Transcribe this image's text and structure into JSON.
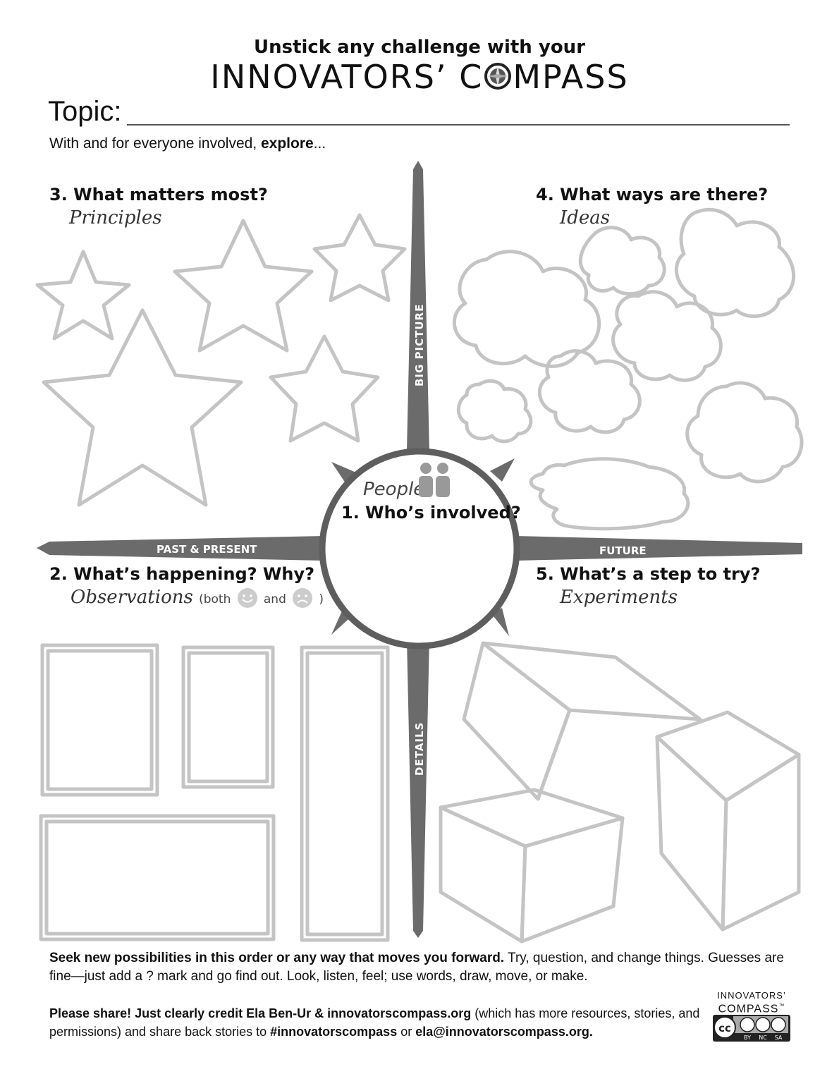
{
  "header": {
    "pre_title": "Unstick any challenge with your",
    "title_part1": "INNOVATORS’ C",
    "title_part2": "MPASS",
    "logo_icon": "compass-icon"
  },
  "topic": {
    "label": "Topic:",
    "value": ""
  },
  "subhead": {
    "text_before": "With and for everyone involved, ",
    "emphasis": "explore",
    "text_after": "..."
  },
  "compass": {
    "axis_top": "BIG PICTURE",
    "axis_bottom": "DETAILS",
    "axis_left": "PAST & PRESENT",
    "axis_right": "FUTURE",
    "center_sub": "People",
    "center_title": "1. Who’s involved?"
  },
  "sections": {
    "q3": {
      "title": "3. What matters most?",
      "sub": "Principles"
    },
    "q4": {
      "title": "4. What ways are there?",
      "sub": "Ideas"
    },
    "q2": {
      "title": "2. What’s happening? Why?",
      "sub": "Observations",
      "paren_open": "(both",
      "paren_and": "and",
      "paren_close": ")"
    },
    "q5": {
      "title": "5. What’s a step to try?",
      "sub": "Experiments"
    }
  },
  "footer": {
    "line1_bold": "Seek new possibilities in this order or any way that moves you forward.",
    "line1_rest": " Try, question, and change things. Guesses are fine—just add a ? mark and go find out. Look, listen, feel; use words, draw, move, or make.",
    "line2_bold": "Please share! Just clearly credit Ela Ben-Ur & innovatorscompass.org",
    "line2_mid": " (which has more resources, stories, and permissions) and share back stories to ",
    "hashtag": "#innovatorscompass",
    "or": " or ",
    "email": "ela@innovatorscompass.org."
  },
  "license": {
    "brand_line1": "INNOVATORS’",
    "brand_line2": "COMPASS",
    "tm": "™",
    "cc": "cc",
    "by": "BY",
    "nc": "NC",
    "sa": "SA"
  },
  "colors": {
    "shape_outline": "#c4c4c4",
    "compass_fill": "#6b6b6b",
    "text": "#111111"
  }
}
